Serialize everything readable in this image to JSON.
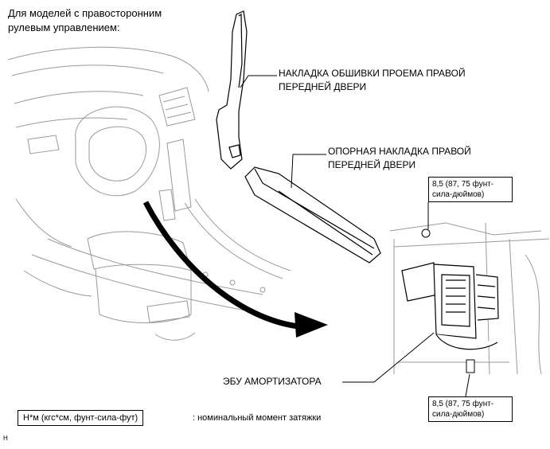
{
  "header_note": "Для моделей с правосторонним\nрулевым управлением:",
  "labels": {
    "pillar_garnish": "НАКЛАДКА ОБШИВКИ ПРОЕМА ПРАВОЙ\nПЕРЕДНЕЙ ДВЕРИ",
    "scuff_plate": "ОПОРНАЯ НАКЛАДКА ПРАВОЙ\nПЕРЕДНЕЙ ДВЕРИ",
    "ecu": "ЭБУ АМОРТИЗАТОРА"
  },
  "torque": {
    "top": "8,5 (87, 75 фунт-\nсила-дюймов)",
    "bottom": "8,5 (87, 75 фунт-\nсила-дюймов)"
  },
  "legend": {
    "unit_box": "Н*м (кгс*см, фунт-сила-фут)",
    "meaning": ": номинальный момент затяжки"
  },
  "footer_code": "H",
  "colors": {
    "line": "#000000",
    "faint_line": "#9a9a9a",
    "background": "#ffffff"
  }
}
